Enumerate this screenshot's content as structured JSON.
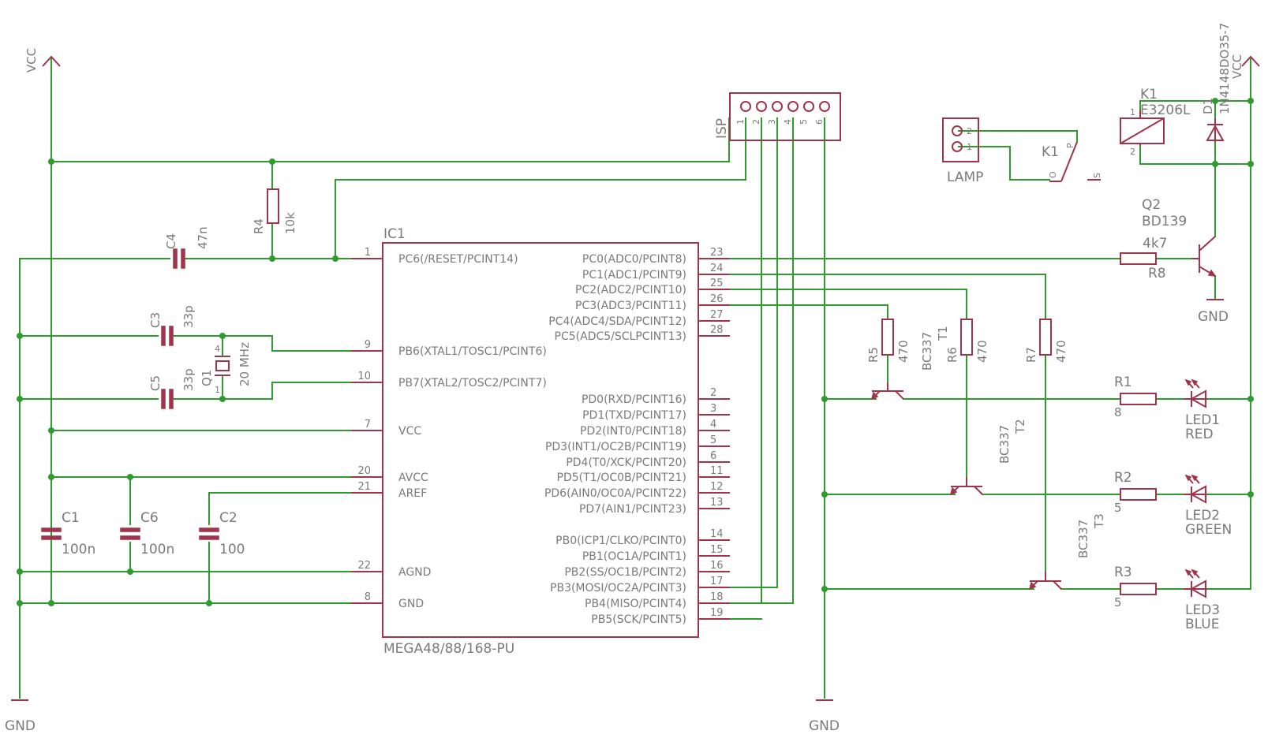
{
  "supplies": {
    "vcc": "VCC",
    "gnd": "GND",
    "relay_supply": "VCC"
  },
  "ic": {
    "name": "IC1",
    "value": "MEGA48/88/168-PU",
    "left_pins": [
      {
        "num": "1",
        "name": "PC6(/RESET/PCINT14)"
      },
      {
        "num": "9",
        "name": "PB6(XTAL1/TOSC1/PCINT6)"
      },
      {
        "num": "10",
        "name": "PB7(XTAL2/TOSC2/PCINT7)"
      },
      {
        "num": "7",
        "name": "VCC"
      },
      {
        "num": "20",
        "name": "AVCC"
      },
      {
        "num": "21",
        "name": "AREF"
      },
      {
        "num": "22",
        "name": "AGND"
      },
      {
        "num": "8",
        "name": "GND"
      }
    ],
    "right_pins": [
      {
        "num": "23",
        "name": "PC0(ADC0/PCINT8)"
      },
      {
        "num": "24",
        "name": "PC1(ADC1/PCINT9)"
      },
      {
        "num": "25",
        "name": "PC2(ADC2/PCINT10)"
      },
      {
        "num": "26",
        "name": "PC3(ADC3/PCINT11)"
      },
      {
        "num": "27",
        "name": "PC4(ADC4/SDA/PCINT12)"
      },
      {
        "num": "28",
        "name": "PC5(ADC5/SCLPCINT13)"
      },
      {
        "num": "2",
        "name": "PD0(RXD/PCINT16)"
      },
      {
        "num": "3",
        "name": "PD1(TXD/PCINT17)"
      },
      {
        "num": "4",
        "name": "PD2(INT0/PCINT18)"
      },
      {
        "num": "5",
        "name": "PD3(INT1/OC2B/PCINT19)"
      },
      {
        "num": "6",
        "name": "PD4(T0/XCK/PCINT20)"
      },
      {
        "num": "11",
        "name": "PD5(T1/OC0B/PCINT21)"
      },
      {
        "num": "12",
        "name": "PD6(AIN0/OC0A/PCINT22)"
      },
      {
        "num": "13",
        "name": "PD7(AIN1/PCINT23)"
      },
      {
        "num": "14",
        "name": "PB0(ICP1/CLKO/PCINT0)"
      },
      {
        "num": "15",
        "name": "PB1(OC1A/PCINT1)"
      },
      {
        "num": "16",
        "name": "PB2(SS/OC1B/PCINT2)"
      },
      {
        "num": "17",
        "name": "PB3(MOSI/OC2A/PCINT3)"
      },
      {
        "num": "18",
        "name": "PB4(MISO/PCINT4)"
      },
      {
        "num": "19",
        "name": "PB5(SCK/PCINT5)"
      }
    ]
  },
  "isp": {
    "name": "ISP",
    "pins": [
      "1",
      "2",
      "3",
      "4",
      "5",
      "6"
    ]
  },
  "components": {
    "r4": {
      "name": "R4",
      "value": "10k"
    },
    "c4": {
      "name": "C4",
      "value": "47n"
    },
    "c3": {
      "name": "C3",
      "value": "33p"
    },
    "c5": {
      "name": "C5",
      "value": "33p"
    },
    "q1": {
      "name": "Q1",
      "value": "20 MHz",
      "pin4": "4",
      "pin1": "1"
    },
    "c1": {
      "name": "C1",
      "value": "100n"
    },
    "c6": {
      "name": "C6",
      "value": "100n"
    },
    "c2": {
      "name": "C2",
      "value": "100"
    },
    "r5": {
      "name": "R5",
      "value": "470"
    },
    "r6": {
      "name": "R6",
      "value": "470"
    },
    "r7": {
      "name": "R7",
      "value": "470"
    },
    "t1": {
      "name": "T1",
      "value": "BC337"
    },
    "t2": {
      "name": "T2",
      "value": "BC337"
    },
    "t3": {
      "name": "T3",
      "value": "BC337"
    },
    "r1": {
      "name": "R1",
      "value": "8"
    },
    "r2": {
      "name": "R2",
      "value": "5"
    },
    "r3": {
      "name": "R3",
      "value": "5"
    },
    "led1": {
      "name": "LED1",
      "value": "RED"
    },
    "led2": {
      "name": "LED2",
      "value": "GREEN"
    },
    "led3": {
      "name": "LED3",
      "value": "BLUE"
    },
    "r8": {
      "name": "R8",
      "value": "4k7"
    },
    "q2": {
      "name": "Q2",
      "value": "BD139"
    },
    "lamp": {
      "name": "LAMP",
      "pin2": "2",
      "pin1": "1"
    },
    "k1_contact": {
      "name": "K1",
      "p": "P",
      "o": "O",
      "s": "S"
    },
    "k1_coil": {
      "name": "K1",
      "value": "E3206L",
      "pin1": "1",
      "pin2": "2"
    },
    "d1": {
      "name": "D1",
      "value": "1N4148DO35-7"
    }
  }
}
